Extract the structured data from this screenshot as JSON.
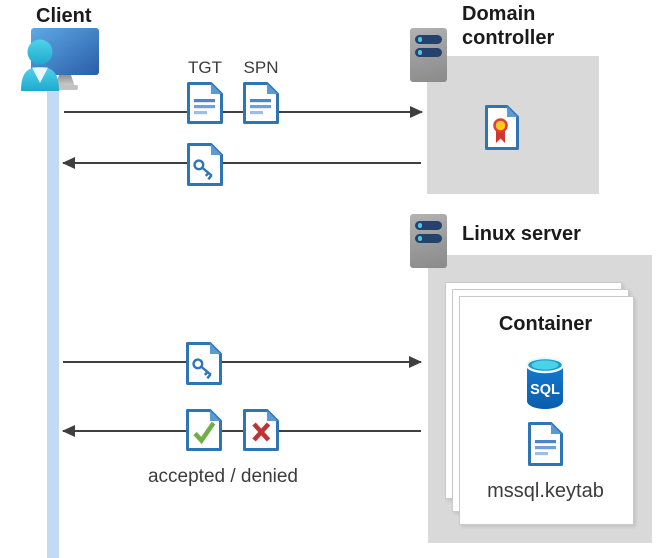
{
  "diagram": {
    "client": {
      "label": "Client"
    },
    "domain_controller": {
      "label": "Domain controller"
    },
    "linux_server": {
      "label": "Linux server"
    },
    "container": {
      "label": "Container",
      "sql_badge": "SQL",
      "keytab_label": "mssql.keytab"
    },
    "flows": {
      "tgt_label": "TGT",
      "spn_label": "SPN",
      "result_label": "accepted / denied"
    }
  },
  "icons": {
    "client": "client-monitor-user-icon",
    "servers": "server-icon",
    "request_docs": "document-icon",
    "key_doc": "key-document-icon",
    "certificate": "certificate-document-icon",
    "accepted": "check-document-icon",
    "denied": "cross-document-icon",
    "database": "sql-database-icon",
    "keytab": "keytab-document-icon"
  },
  "colors": {
    "doc_border": "#2e75b6",
    "doc_fold": "#5b9bd5",
    "doc_line_dark": "#4a86ce",
    "doc_line_light": "#9cbee8",
    "monitor_blue_top": "#5ea9e6",
    "monitor_blue_bottom": "#2a5da8",
    "person_teal": "#2cbcd9",
    "lifeline_blue": "#c3daf4",
    "zone_gray": "#d9d9d9",
    "server_bar_navy": "#24426b",
    "server_dot_blue": "#4fc3e8",
    "arrow_gray": "#3f3f3f",
    "check_green": "#71ae47",
    "cross_red": "#be3434",
    "cert_ring_red": "#e03f35",
    "cert_gold": "#ffc81e",
    "sql_body_blue": "#0f6fc6",
    "sql_top_cyan": "#49d3ea"
  }
}
